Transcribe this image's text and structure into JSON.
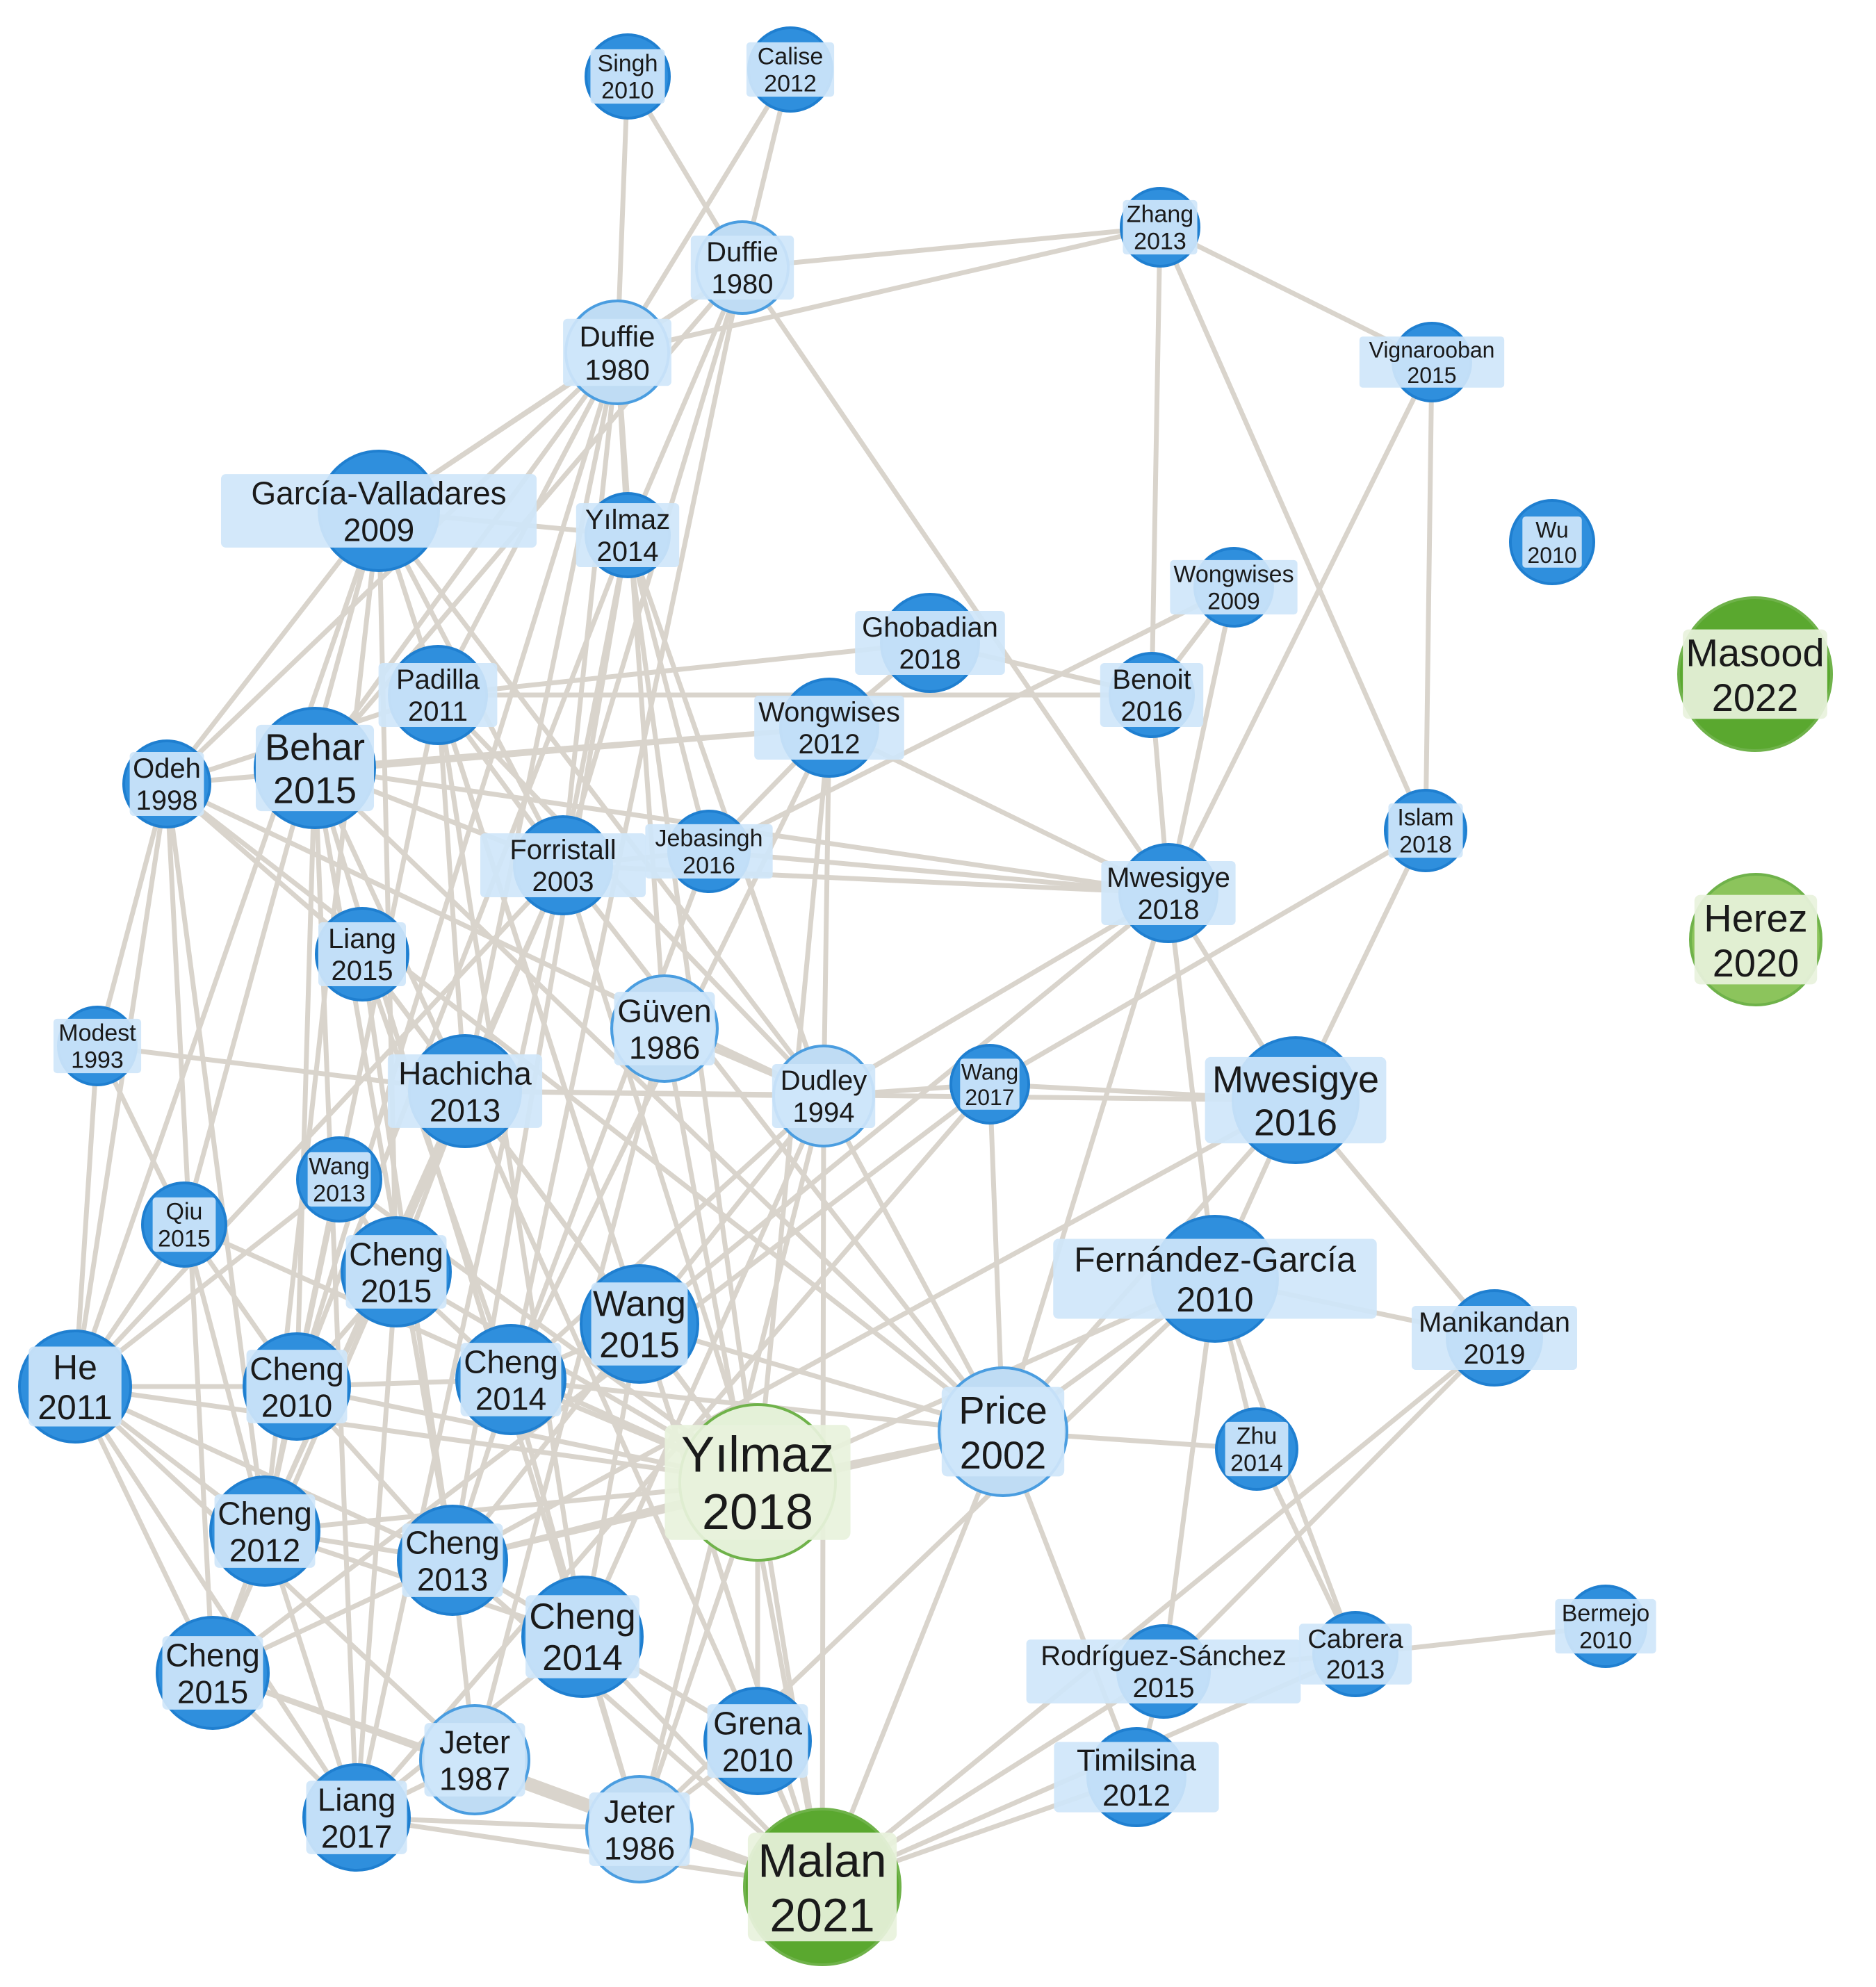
{
  "colors": {
    "edge": "#d9d4cc",
    "blue_fill": "#2f8fdd",
    "blue_stroke": "#1f7fd0",
    "light_fill": "#bfdcf4",
    "light_stroke": "#4a9de0",
    "label_bg_blue": "#cfe6fa",
    "pale_green_fill": "#e4f1d8",
    "pale_green_stroke": "#6fb24a",
    "green_fill": "#5aa82f",
    "mid_green_fill": "#8cc45c",
    "label_bg_green": "#e8f2dc"
  },
  "nodes": [
    {
      "id": "singh2010",
      "name": "Singh",
      "year": "2010",
      "style": "blue"
    },
    {
      "id": "calise2012",
      "name": "Calise",
      "year": "2012",
      "style": "blue"
    },
    {
      "id": "duffie1980a",
      "name": "Duffie",
      "year": "1980",
      "style": "light"
    },
    {
      "id": "duffie1980b",
      "name": "Duffie",
      "year": "1980",
      "style": "light"
    },
    {
      "id": "zhang2013",
      "name": "Zhang",
      "year": "2013",
      "style": "blue"
    },
    {
      "id": "vignarooban2015",
      "name": "Vignarooban",
      "year": "2015",
      "style": "blue"
    },
    {
      "id": "garcia2009",
      "name": "García-Valladares",
      "year": "2009",
      "style": "blue"
    },
    {
      "id": "yilmaz2014",
      "name": "Yılmaz",
      "year": "2014",
      "style": "blue"
    },
    {
      "id": "wu2010",
      "name": "Wu",
      "year": "2010",
      "style": "blue"
    },
    {
      "id": "wongwises2009",
      "name": "Wongwises",
      "year": "2009",
      "style": "blue"
    },
    {
      "id": "ghobadian2018",
      "name": "Ghobadian",
      "year": "2018",
      "style": "blue"
    },
    {
      "id": "masood2022",
      "name": "Masood",
      "year": "2022",
      "style": "green"
    },
    {
      "id": "padilla2011",
      "name": "Padilla",
      "year": "2011",
      "style": "blue"
    },
    {
      "id": "benoit2016",
      "name": "Benoit",
      "year": "2016",
      "style": "blue"
    },
    {
      "id": "behar2015",
      "name": "Behar",
      "year": "2015",
      "style": "blue"
    },
    {
      "id": "wongwises2012",
      "name": "Wongwises",
      "year": "2012",
      "style": "blue"
    },
    {
      "id": "odeh1998",
      "name": "Odeh",
      "year": "1998",
      "style": "blue"
    },
    {
      "id": "islam2018",
      "name": "Islam",
      "year": "2018",
      "style": "blue"
    },
    {
      "id": "forristall2003",
      "name": "Forristall",
      "year": "2003",
      "style": "blue"
    },
    {
      "id": "jebasingh2016",
      "name": "Jebasingh",
      "year": "2016",
      "style": "blue"
    },
    {
      "id": "mwesigye2018",
      "name": "Mwesigye",
      "year": "2018",
      "style": "blue"
    },
    {
      "id": "herez2020",
      "name": "Herez",
      "year": "2020",
      "style": "midgreen"
    },
    {
      "id": "liang2015",
      "name": "Liang",
      "year": "2015",
      "style": "blue"
    },
    {
      "id": "guven1986",
      "name": "Güven",
      "year": "1986",
      "style": "light"
    },
    {
      "id": "modest1993",
      "name": "Modest",
      "year": "1993",
      "style": "blue"
    },
    {
      "id": "hachicha2013",
      "name": "Hachicha",
      "year": "2013",
      "style": "blue"
    },
    {
      "id": "dudley1994",
      "name": "Dudley",
      "year": "1994",
      "style": "light"
    },
    {
      "id": "wang2017",
      "name": "Wang",
      "year": "2017",
      "style": "blue"
    },
    {
      "id": "mwesigye2016",
      "name": "Mwesigye",
      "year": "2016",
      "style": "blue"
    },
    {
      "id": "wang2013",
      "name": "Wang",
      "year": "2013",
      "style": "blue"
    },
    {
      "id": "qiu2015",
      "name": "Qiu",
      "year": "2015",
      "style": "blue"
    },
    {
      "id": "cheng2015a",
      "name": "Cheng",
      "year": "2015",
      "style": "blue"
    },
    {
      "id": "fernandez2010",
      "name": "Fernández-García",
      "year": "2010",
      "style": "blue"
    },
    {
      "id": "wang2015",
      "name": "Wang",
      "year": "2015",
      "style": "blue"
    },
    {
      "id": "manikandan2019",
      "name": "Manikandan",
      "year": "2019",
      "style": "blue"
    },
    {
      "id": "he2011",
      "name": "He",
      "year": "2011",
      "style": "blue"
    },
    {
      "id": "cheng2010",
      "name": "Cheng",
      "year": "2010",
      "style": "blue"
    },
    {
      "id": "cheng2014a",
      "name": "Cheng",
      "year": "2014",
      "style": "blue"
    },
    {
      "id": "price2002",
      "name": "Price",
      "year": "2002",
      "style": "light"
    },
    {
      "id": "yilmaz2018",
      "name": "Yılmaz",
      "year": "2018",
      "style": "palegreen"
    },
    {
      "id": "zhu2014",
      "name": "Zhu",
      "year": "2014",
      "style": "blue"
    },
    {
      "id": "cheng2012",
      "name": "Cheng",
      "year": "2012",
      "style": "blue"
    },
    {
      "id": "cheng2013",
      "name": "Cheng",
      "year": "2013",
      "style": "blue"
    },
    {
      "id": "cheng2014b",
      "name": "Cheng",
      "year": "2014",
      "style": "blue"
    },
    {
      "id": "cabrera2013",
      "name": "Cabrera",
      "year": "2013",
      "style": "blue"
    },
    {
      "id": "bermejo2010",
      "name": "Bermejo",
      "year": "2010",
      "style": "blue"
    },
    {
      "id": "cheng2015b",
      "name": "Cheng",
      "year": "2015",
      "style": "blue"
    },
    {
      "id": "rodriguez2015",
      "name": "Rodríguez-Sánchez",
      "year": "2015",
      "style": "blue"
    },
    {
      "id": "grena2010",
      "name": "Grena",
      "year": "2010",
      "style": "blue"
    },
    {
      "id": "jeter1987",
      "name": "Jeter",
      "year": "1987",
      "style": "light"
    },
    {
      "id": "timilsina2012",
      "name": "Timilsina",
      "year": "2012",
      "style": "blue"
    },
    {
      "id": "liang2017",
      "name": "Liang",
      "year": "2017",
      "style": "blue"
    },
    {
      "id": "jeter1986",
      "name": "Jeter",
      "year": "1986",
      "style": "light"
    },
    {
      "id": "malan2021",
      "name": "Malan",
      "year": "2021",
      "style": "green"
    }
  ],
  "edges": [
    [
      "singh2010",
      "duffie1980b"
    ],
    [
      "singh2010",
      "duffie1980a"
    ],
    [
      "calise2012",
      "duffie1980a"
    ],
    [
      "calise2012",
      "duffie1980b"
    ],
    [
      "duffie1980a",
      "zhang2013"
    ],
    [
      "duffie1980b",
      "zhang2013"
    ],
    [
      "zhang2013",
      "vignarooban2015"
    ],
    [
      "zhang2013",
      "benoit2016"
    ],
    [
      "zhang2013",
      "islam2018"
    ],
    [
      "vignarooban2015",
      "islam2018"
    ],
    [
      "vignarooban2015",
      "mwesigye2018"
    ],
    [
      "duffie1980b",
      "garcia2009"
    ],
    [
      "duffie1980b",
      "yilmaz2014"
    ],
    [
      "duffie1980b",
      "padilla2011"
    ],
    [
      "duffie1980b",
      "behar2015"
    ],
    [
      "duffie1980b",
      "odeh1998"
    ],
    [
      "duffie1980b",
      "forristall2003"
    ],
    [
      "duffie1980b",
      "hachicha2013"
    ],
    [
      "duffie1980b",
      "cheng2010"
    ],
    [
      "duffie1980a",
      "yilmaz2014"
    ],
    [
      "duffie1980a",
      "forristall2003"
    ],
    [
      "duffie1980a",
      "mwesigye2018"
    ],
    [
      "duffie1980a",
      "behar2015"
    ],
    [
      "duffie1980a",
      "garcia2009"
    ],
    [
      "duffie1980a",
      "cheng2014a"
    ],
    [
      "duffie1980b",
      "guven1986"
    ],
    [
      "garcia2009",
      "yilmaz2014"
    ],
    [
      "garcia2009",
      "odeh1998"
    ],
    [
      "garcia2009",
      "he2011"
    ],
    [
      "garcia2009",
      "dudley1994"
    ],
    [
      "garcia2009",
      "cheng2012"
    ],
    [
      "garcia2009",
      "forristall2003"
    ],
    [
      "garcia2009",
      "qiu2015"
    ],
    [
      "garcia2009",
      "cheng2015a"
    ],
    [
      "yilmaz2014",
      "forristall2003"
    ],
    [
      "yilmaz2014",
      "jebasingh2016"
    ],
    [
      "yilmaz2014",
      "yilmaz2018"
    ],
    [
      "yilmaz2014",
      "cheng2013"
    ],
    [
      "yilmaz2014",
      "dudley1994"
    ],
    [
      "yilmaz2014",
      "cheng2010"
    ],
    [
      "ghobadian2018",
      "wongwises2012"
    ],
    [
      "ghobadian2018",
      "padilla2011"
    ],
    [
      "ghobadian2018",
      "benoit2016"
    ],
    [
      "wongwises2009",
      "benoit2016"
    ],
    [
      "wongwises2009",
      "mwesigye2018"
    ],
    [
      "wongwises2009",
      "jebasingh2016"
    ],
    [
      "padilla2011",
      "benoit2016"
    ],
    [
      "padilla2011",
      "forristall2003"
    ],
    [
      "padilla2011",
      "hachicha2013"
    ],
    [
      "padilla2011",
      "cheng2012"
    ],
    [
      "padilla2011",
      "dudley1994"
    ],
    [
      "padilla2011",
      "cheng2014b"
    ],
    [
      "padilla2011",
      "odeh1998"
    ],
    [
      "behar2015",
      "wongwises2012"
    ],
    [
      "behar2015",
      "cheng2010"
    ],
    [
      "behar2015",
      "liang2017"
    ],
    [
      "behar2015",
      "cheng2013"
    ],
    [
      "behar2015",
      "mwesigye2018"
    ],
    [
      "behar2015",
      "jeter1986"
    ],
    [
      "behar2015",
      "forristall2003"
    ],
    [
      "behar2015",
      "hachicha2013"
    ],
    [
      "wongwises2012",
      "dudley1994"
    ],
    [
      "wongwises2012",
      "mwesigye2018"
    ],
    [
      "wongwises2012",
      "jebasingh2016"
    ],
    [
      "wongwises2012",
      "cheng2014a"
    ],
    [
      "wongwises2012",
      "yilmaz2018"
    ],
    [
      "wongwises2012",
      "odeh1998"
    ],
    [
      "odeh1998",
      "modest1993"
    ],
    [
      "odeh1998",
      "he2011"
    ],
    [
      "odeh1998",
      "cheng2012"
    ],
    [
      "odeh1998",
      "dudley1994"
    ],
    [
      "odeh1998",
      "cheng2015b"
    ],
    [
      "odeh1998",
      "price2002"
    ],
    [
      "odeh1998",
      "liang2015"
    ],
    [
      "islam2018",
      "mwesigye2016"
    ],
    [
      "islam2018",
      "wang2017"
    ],
    [
      "forristall2003",
      "jebasingh2016"
    ],
    [
      "forristall2003",
      "mwesigye2018"
    ],
    [
      "forristall2003",
      "cheng2015b"
    ],
    [
      "forristall2003",
      "he2011"
    ],
    [
      "forristall2003",
      "yilmaz2018"
    ],
    [
      "forristall2003",
      "cheng2012"
    ],
    [
      "forristall2003",
      "liang2017"
    ],
    [
      "forristall2003",
      "price2002"
    ],
    [
      "jebasingh2016",
      "mwesigye2018"
    ],
    [
      "jebasingh2016",
      "cheng2014a"
    ],
    [
      "mwesigye2018",
      "benoit2016"
    ],
    [
      "mwesigye2018",
      "mwesigye2016"
    ],
    [
      "mwesigye2018",
      "dudley1994"
    ],
    [
      "mwesigye2018",
      "wang2015"
    ],
    [
      "mwesigye2018",
      "fernandez2010"
    ],
    [
      "mwesigye2018",
      "price2002"
    ],
    [
      "liang2015",
      "hachicha2013"
    ],
    [
      "liang2015",
      "cheng2014a"
    ],
    [
      "liang2015",
      "yilmaz2018"
    ],
    [
      "liang2015",
      "cheng2013"
    ],
    [
      "guven1986",
      "jeter1987"
    ],
    [
      "guven1986",
      "dudley1994"
    ],
    [
      "guven1986",
      "malan2021"
    ],
    [
      "modest1993",
      "he2011"
    ],
    [
      "modest1993",
      "hachicha2013"
    ],
    [
      "modest1993",
      "qiu2015"
    ],
    [
      "hachicha2013",
      "dudley1994"
    ],
    [
      "hachicha2013",
      "cheng2015a"
    ],
    [
      "hachicha2013",
      "cheng2012"
    ],
    [
      "hachicha2013",
      "yilmaz2018"
    ],
    [
      "hachicha2013",
      "wang2015"
    ],
    [
      "hachicha2013",
      "malan2021"
    ],
    [
      "hachicha2013",
      "mwesigye2016"
    ],
    [
      "dudley1994",
      "wang2017"
    ],
    [
      "dudley1994",
      "price2002"
    ],
    [
      "dudley1994",
      "cheng2014b"
    ],
    [
      "dudley1994",
      "jeter1986"
    ],
    [
      "dudley1994",
      "malan2021"
    ],
    [
      "dudley1994",
      "cheng2014a"
    ],
    [
      "dudley1994",
      "cheng2013"
    ],
    [
      "wang2017",
      "mwesigye2016"
    ],
    [
      "wang2017",
      "liang2017"
    ],
    [
      "wang2017",
      "cheng2015b"
    ],
    [
      "wang2017",
      "price2002"
    ],
    [
      "mwesigye2016",
      "fernandez2010"
    ],
    [
      "mwesigye2016",
      "cheng2013"
    ],
    [
      "mwesigye2016",
      "manikandan2019"
    ],
    [
      "mwesigye2016",
      "price2002"
    ],
    [
      "wang2013",
      "he2011"
    ],
    [
      "wang2013",
      "cheng2012"
    ],
    [
      "wang2013",
      "cheng2015a"
    ],
    [
      "qiu2015",
      "he2011"
    ],
    [
      "qiu2015",
      "cheng2010"
    ],
    [
      "qiu2015",
      "cheng2012"
    ],
    [
      "qiu2015",
      "yilmaz2018"
    ],
    [
      "cheng2015a",
      "cheng2010"
    ],
    [
      "cheng2015a",
      "cheng2014a"
    ],
    [
      "cheng2015a",
      "yilmaz2018"
    ],
    [
      "cheng2015a",
      "liang2017"
    ],
    [
      "fernandez2010",
      "price2002"
    ],
    [
      "fernandez2010",
      "manikandan2019"
    ],
    [
      "fernandez2010",
      "yilmaz2018"
    ],
    [
      "fernandez2010",
      "cabrera2013"
    ],
    [
      "fernandez2010",
      "rodriguez2015"
    ],
    [
      "fernandez2010",
      "jeter1986"
    ],
    [
      "fernandez2010",
      "zhu2014"
    ],
    [
      "wang2015",
      "cheng2014a"
    ],
    [
      "wang2015",
      "yilmaz2018"
    ],
    [
      "wang2015",
      "price2002"
    ],
    [
      "wang2015",
      "cheng2014b"
    ],
    [
      "manikandan2019",
      "rodriguez2015"
    ],
    [
      "manikandan2019",
      "malan2021"
    ],
    [
      "he2011",
      "cheng2010"
    ],
    [
      "he2011",
      "cheng2012"
    ],
    [
      "he2011",
      "cheng2015b"
    ],
    [
      "he2011",
      "liang2017"
    ],
    [
      "he2011",
      "yilmaz2018"
    ],
    [
      "he2011",
      "jeter1987"
    ],
    [
      "he2011",
      "cheng2013"
    ],
    [
      "cheng2010",
      "cheng2014a"
    ],
    [
      "cheng2010",
      "cheng2012"
    ],
    [
      "cheng2010",
      "yilmaz2018"
    ],
    [
      "cheng2010",
      "cheng2013"
    ],
    [
      "cheng2014a",
      "yilmaz2018"
    ],
    [
      "cheng2014a",
      "cheng2013"
    ],
    [
      "cheng2014a",
      "cheng2014b"
    ],
    [
      "cheng2014a",
      "price2002"
    ],
    [
      "price2002",
      "yilmaz2018"
    ],
    [
      "price2002",
      "zhu2014"
    ],
    [
      "price2002",
      "malan2021"
    ],
    [
      "price2002",
      "timilsina2012"
    ],
    [
      "price2002",
      "cheng2013"
    ],
    [
      "yilmaz2018",
      "grena2010"
    ],
    [
      "yilmaz2018",
      "malan2021"
    ],
    [
      "yilmaz2018",
      "cheng2013"
    ],
    [
      "yilmaz2018",
      "jeter1986"
    ],
    [
      "yilmaz2018",
      "cheng2012"
    ],
    [
      "zhu2014",
      "cabrera2013"
    ],
    [
      "cheng2012",
      "cheng2013"
    ],
    [
      "cheng2012",
      "cheng2015b"
    ],
    [
      "cheng2012",
      "liang2017"
    ],
    [
      "cheng2012",
      "cheng2014b"
    ],
    [
      "cheng2013",
      "cheng2014b"
    ],
    [
      "cheng2013",
      "jeter1987"
    ],
    [
      "cheng2013",
      "malan2021"
    ],
    [
      "cheng2013",
      "cheng2015b"
    ],
    [
      "cheng2014b",
      "grena2010"
    ],
    [
      "cheng2014b",
      "jeter1986"
    ],
    [
      "cheng2014b",
      "malan2021"
    ],
    [
      "cheng2014b",
      "liang2017"
    ],
    [
      "cabrera2013",
      "bermejo2010"
    ],
    [
      "cabrera2013",
      "rodriguez2015"
    ],
    [
      "cabrera2013",
      "malan2021"
    ],
    [
      "cheng2015b",
      "liang2017"
    ],
    [
      "cheng2015b",
      "jeter1986"
    ],
    [
      "cheng2015b",
      "malan2021"
    ],
    [
      "rodriguez2015",
      "malan2021"
    ],
    [
      "rodriguez2015",
      "timilsina2012"
    ],
    [
      "grena2010",
      "malan2021"
    ],
    [
      "grena2010",
      "jeter1986"
    ],
    [
      "jeter1987",
      "liang2017"
    ],
    [
      "jeter1987",
      "malan2021"
    ],
    [
      "jeter1987",
      "jeter1986"
    ],
    [
      "timilsina2012",
      "malan2021"
    ],
    [
      "liang2017",
      "jeter1986"
    ],
    [
      "liang2017",
      "malan2021"
    ],
    [
      "jeter1986",
      "malan2021"
    ],
    [
      "wang2013",
      "yilmaz2018"
    ],
    [
      "behar2015",
      "price2002"
    ],
    [
      "garcia2009",
      "malan2021"
    ],
    [
      "padilla2011",
      "malan2021"
    ]
  ]
}
